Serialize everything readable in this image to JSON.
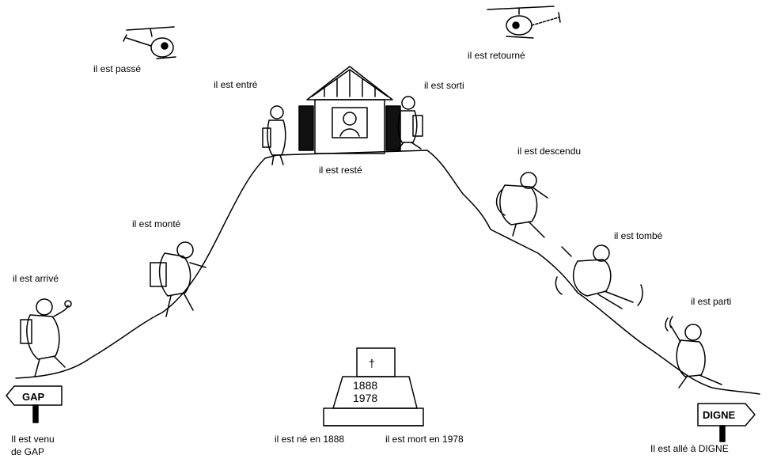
{
  "labels": {
    "passe": "il est passé",
    "retourne": "il est retourné",
    "entre": "il est entré",
    "sorti": "il est sorti",
    "reste": "il est resté",
    "descendu": "il est descendu",
    "monte": "il est monté",
    "tombe": "il est tombé",
    "arrive": "il est arrivé",
    "parti": "il est parti",
    "venu_line1": "Il est venu",
    "venu_line2": "de GAP",
    "ne": "il est né en 1888",
    "mort": "il est mort en 1978",
    "alle": "Il est allé à DIGNE"
  },
  "signs": {
    "left": "GAP",
    "right": "DIGNE"
  },
  "tombstone": {
    "cross": "†",
    "year_birth": "1888",
    "year_death": "1978"
  }
}
